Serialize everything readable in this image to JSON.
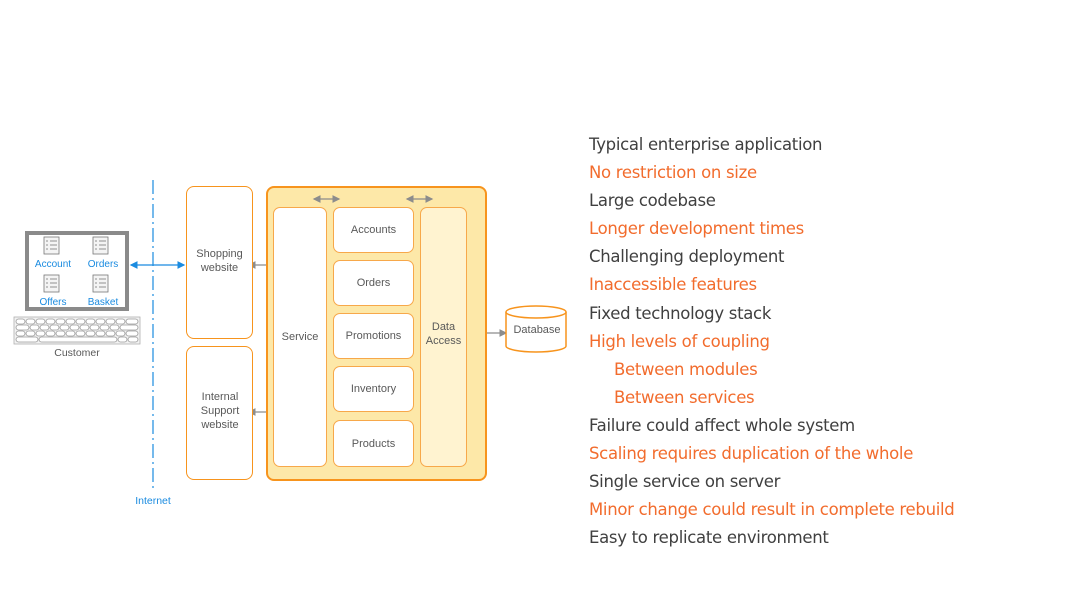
{
  "colors": {
    "orange_text": "#f26c2d",
    "dark_text": "#404040",
    "box_border": "#f7941d",
    "container_fill": "#fde8a8",
    "data_access_fill": "#fff3d0",
    "link_blue": "#1a8be0",
    "arrow_gray": "#8c8c8c"
  },
  "client": {
    "label": "Customer",
    "screen_items": [
      {
        "label": "Account",
        "icon": "list-document-icon"
      },
      {
        "label": "Orders",
        "icon": "list-document-icon"
      },
      {
        "label": "Offers",
        "icon": "list-document-icon"
      },
      {
        "label": "Basket",
        "icon": "list-document-icon"
      }
    ],
    "boundary_label": "Internet"
  },
  "frontends": [
    {
      "label": "Shopping website"
    },
    {
      "label": "Internal Support website"
    }
  ],
  "application": {
    "service_label": "Service",
    "modules": [
      "Accounts",
      "Orders",
      "Promotions",
      "Inventory",
      "Products"
    ],
    "data_access_label": "Data Access"
  },
  "database": {
    "label": "Database"
  },
  "characteristics": [
    {
      "text": "Typical enterprise application",
      "tone": "dark",
      "indent": false
    },
    {
      "text": "No restriction on size",
      "tone": "orange",
      "indent": false
    },
    {
      "text": "Large codebase",
      "tone": "dark",
      "indent": false
    },
    {
      "text": "Longer development times",
      "tone": "orange",
      "indent": false
    },
    {
      "text": "Challenging deployment",
      "tone": "dark",
      "indent": false
    },
    {
      "text": "Inaccessible features",
      "tone": "orange",
      "indent": false
    },
    {
      "text": "Fixed technology stack",
      "tone": "dark",
      "indent": false
    },
    {
      "text": "High levels of coupling",
      "tone": "orange",
      "indent": false
    },
    {
      "text": "Between modules",
      "tone": "orange",
      "indent": true
    },
    {
      "text": "Between services",
      "tone": "orange",
      "indent": true
    },
    {
      "text": "Failure could affect whole system",
      "tone": "dark",
      "indent": false
    },
    {
      "text": "Scaling requires duplication of the whole",
      "tone": "orange",
      "indent": false
    },
    {
      "text": "Single service on server",
      "tone": "dark",
      "indent": false
    },
    {
      "text": "Minor change could result in complete rebuild",
      "tone": "orange",
      "indent": false
    },
    {
      "text": "Easy to replicate environment",
      "tone": "dark",
      "indent": false
    }
  ]
}
